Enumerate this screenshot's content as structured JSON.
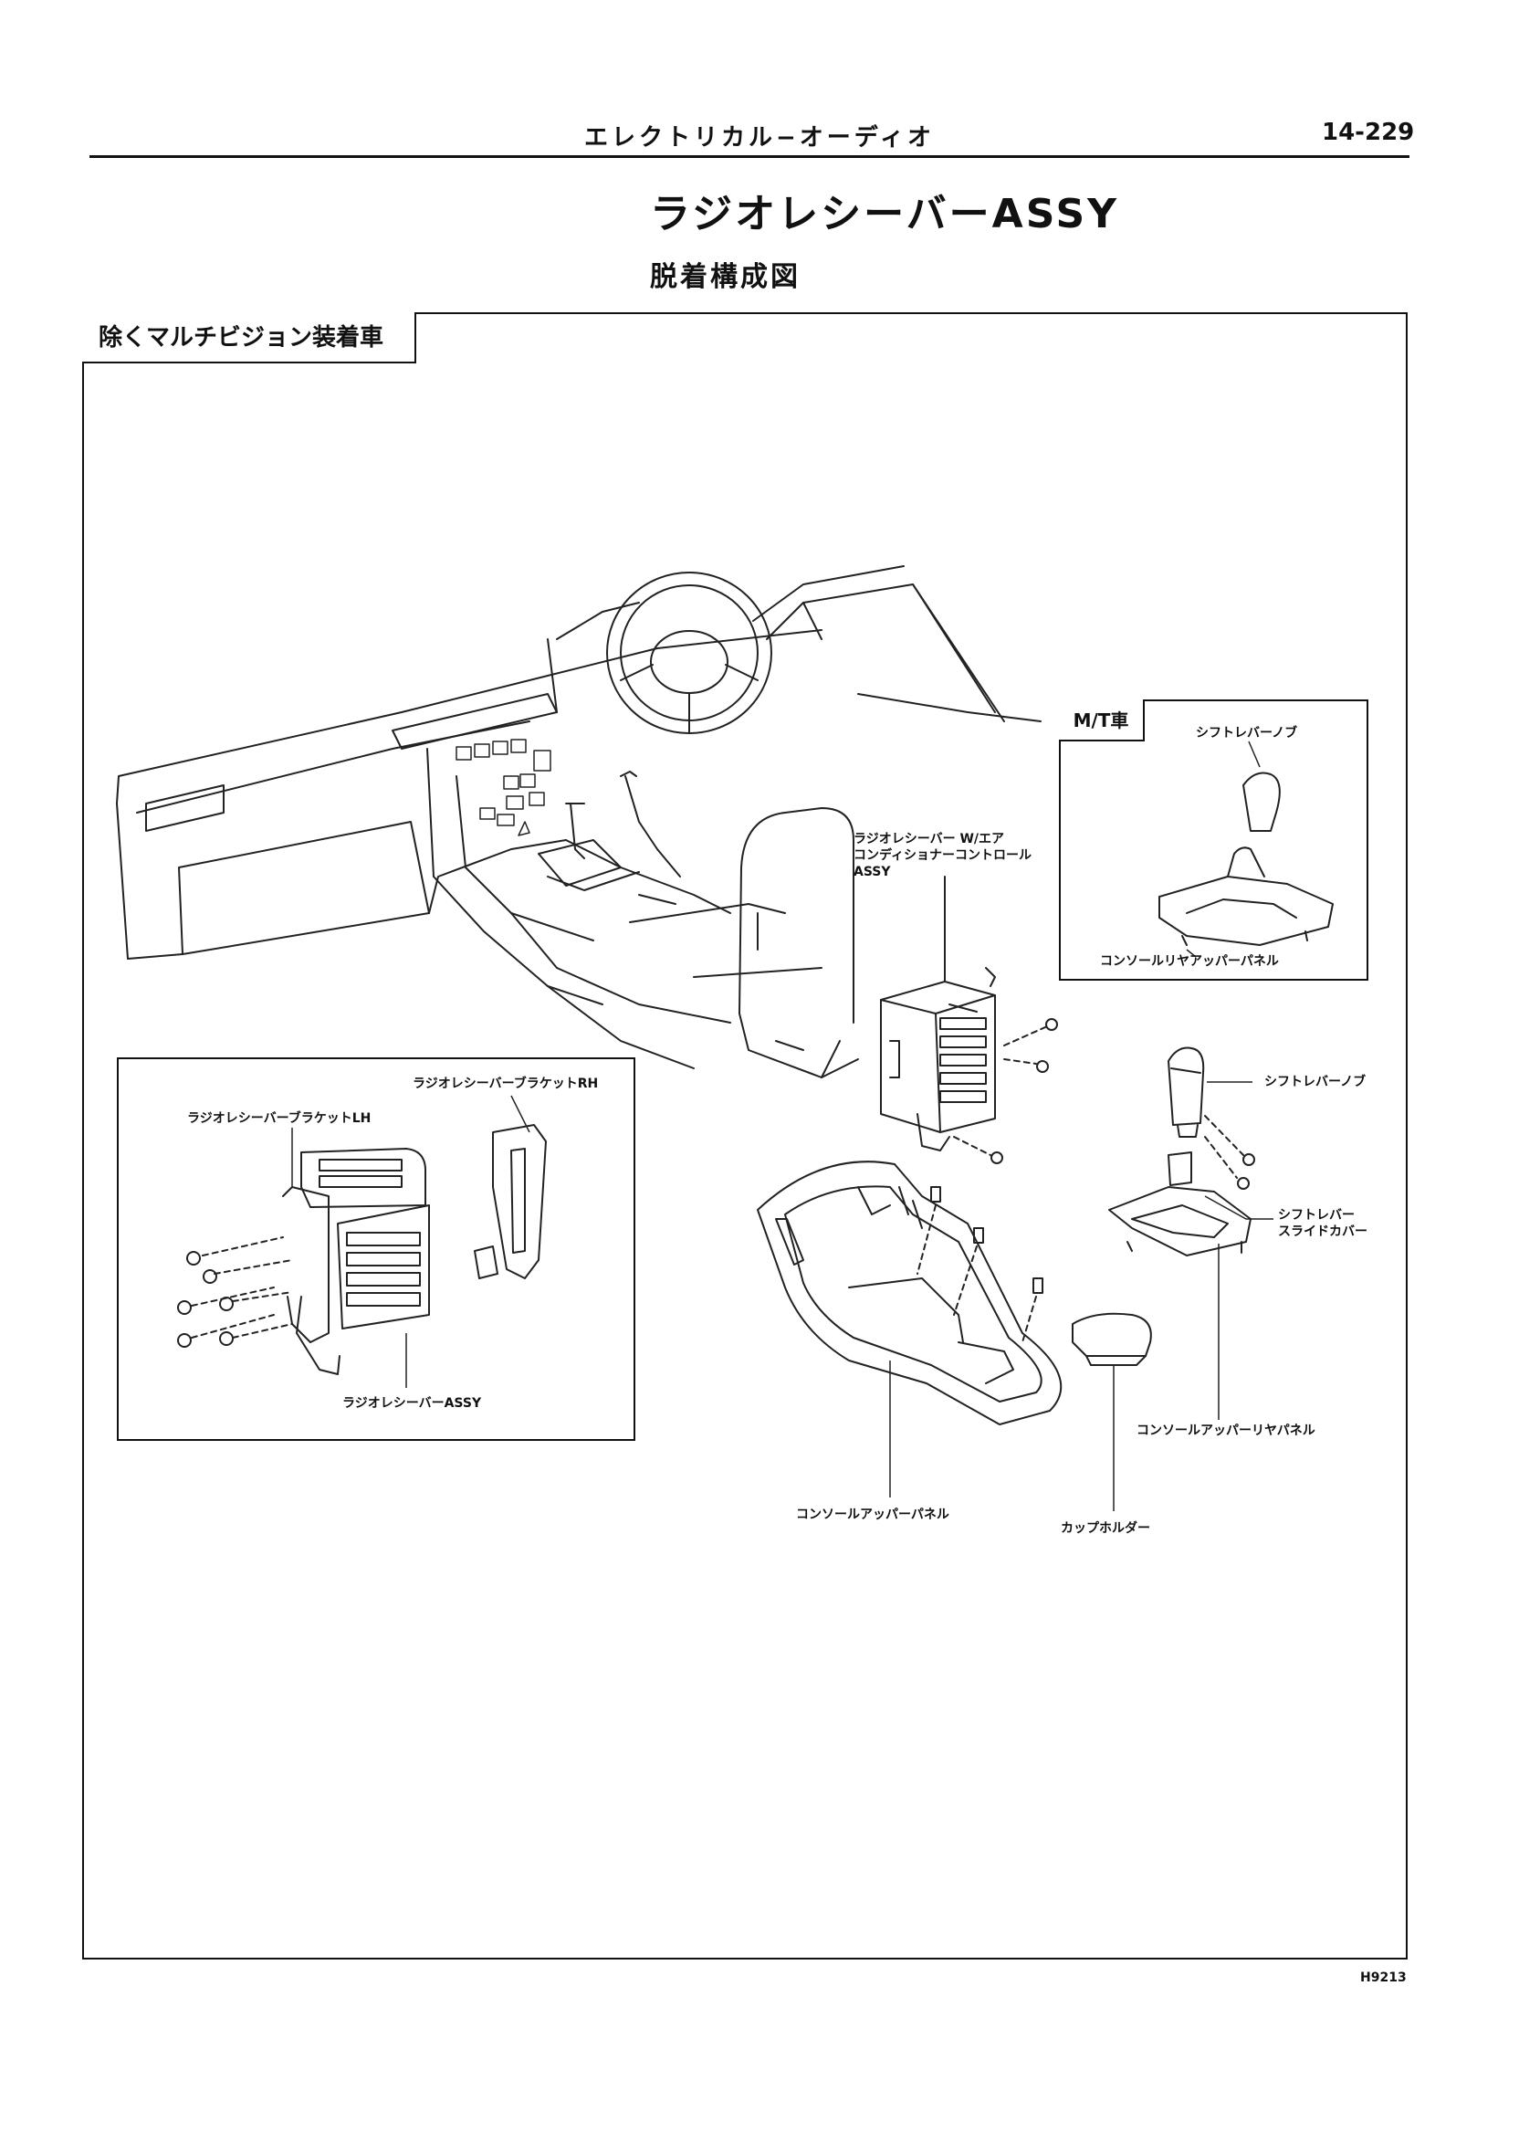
{
  "header": {
    "section_title": "エレクトリカル−オーディオ",
    "page_number": "14-229"
  },
  "title": "ラジオレシーバーASSY",
  "subtitle": "脱着構成図",
  "variant_label": "除くマルチビジョン装着車",
  "mt_inset": {
    "tag": "M/T車",
    "shift_knob": "シフトレバーノブ",
    "rear_upper_panel": "コンソールリヤアッパーパネル"
  },
  "bracket_inset": {
    "bracket_rh": "ラジオレシーバーブラケットRH",
    "bracket_lh": "ラジオレシーバーブラケットLH",
    "receiver_assy": "ラジオレシーバーASSY"
  },
  "labels": {
    "receiver_ac": [
      "ラジオレシーバー  W/エア",
      "コンディショナーコントロール",
      "ASSY"
    ],
    "shift_knob": "シフトレバーノブ",
    "slide_cover": [
      "シフトレバー",
      "スライドカバー"
    ],
    "upper_rear_panel": "コンソールアッパーリヤパネル",
    "upper_panel": "コンソールアッパーパネル",
    "cup_holder": "カップホルダー"
  },
  "figure_code": "H9213"
}
